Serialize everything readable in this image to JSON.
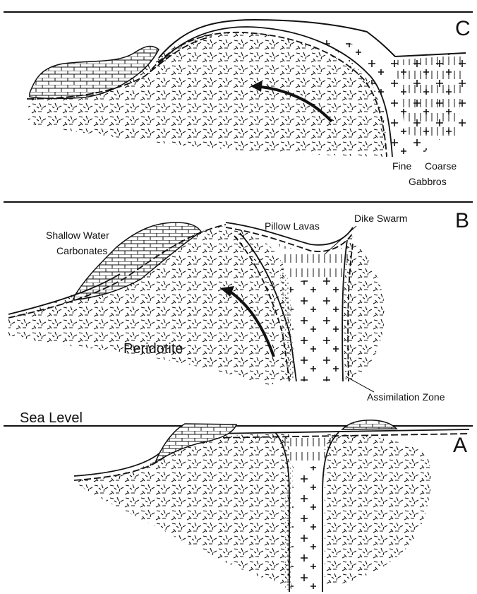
{
  "panels": {
    "c": {
      "letter": "C"
    },
    "b": {
      "letter": "B"
    },
    "a": {
      "letter": "A"
    }
  },
  "labels": {
    "fine": "Fine",
    "coarse": "Coarse",
    "gabbros": "Gabbros",
    "pillow_lavas": "Pillow Lavas",
    "dike_swarm": "Dike Swarm",
    "shallow_water_1": "Shallow Water",
    "shallow_water_2": "Carbonates",
    "peridotite": "Peridotite",
    "assimilation_zone": "Assimilation Zone",
    "sea_level": "Sea Level"
  }
}
